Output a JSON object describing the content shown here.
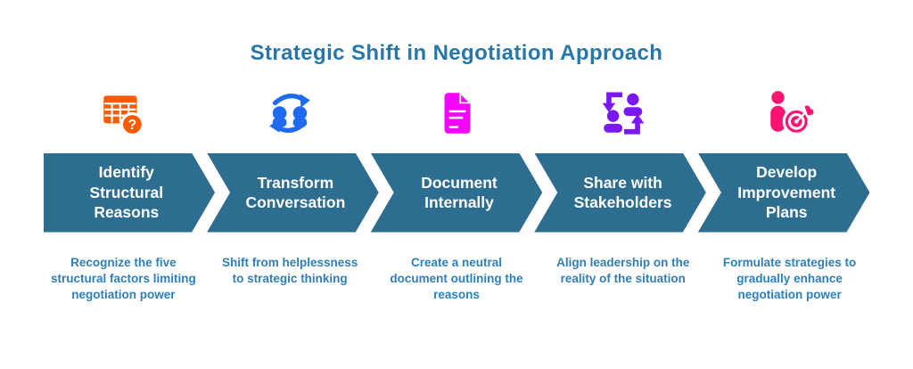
{
  "title": {
    "text": "Strategic Shift in Negotiation Approach",
    "color": "#2778A9"
  },
  "arrow_color": "#2D6E90",
  "description_color": "#2E7FBA",
  "steps": [
    {
      "label": "Identify Structural Reasons",
      "description": "Recognize the five structural factors limiting negotiation power",
      "icon": "table-question-icon",
      "icon_color": "#FF5A00"
    },
    {
      "label": "Transform Conversation",
      "description": "Shift from helplessness to strategic thinking",
      "icon": "conversation-cycle-icon",
      "icon_color": "#1E6BF2"
    },
    {
      "label": "Document Internally",
      "description": "Create a neutral document outlining the reasons",
      "icon": "document-icon",
      "icon_color": "#F404F8"
    },
    {
      "label": "Share with Stakeholders",
      "description": "Align leadership on the reality of the situation",
      "icon": "people-exchange-icon",
      "icon_color": "#7A18F2"
    },
    {
      "label": "Develop Improvement Plans",
      "description": "Formulate strategies to gradually enhance negotiation power",
      "icon": "person-target-icon",
      "icon_color": "#FB1472"
    }
  ]
}
